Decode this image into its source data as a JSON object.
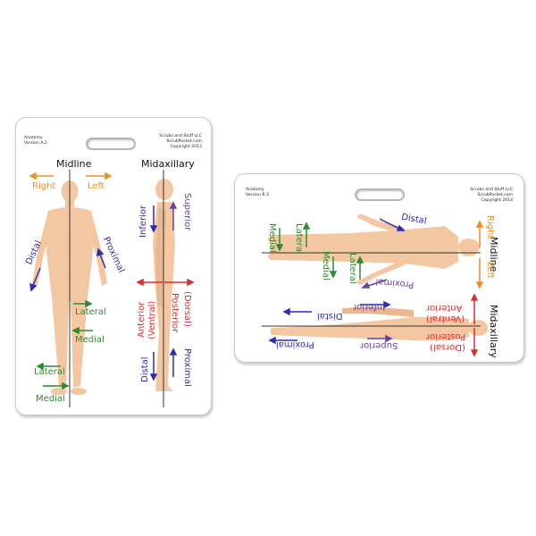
{
  "card_a": {
    "title": "Anatomy",
    "version": "Version A.2",
    "company": "Scrubs and Stuff LLC",
    "website": "ScrubPocket.com",
    "copyright": "Copyright 2012",
    "midline": "Midline",
    "midaxillary": "Midaxillary",
    "right": "Right",
    "left": "Left",
    "distal_1": "Distal",
    "proximal_1": "Proximal",
    "lateral_1": "Lateral",
    "medial_1": "Medial",
    "lateral_2": "Lateral",
    "medial_2": "Medial",
    "inferior": "Inferior",
    "superior": "Superior",
    "anterior": "Anterior",
    "ventral": "(Ventral)",
    "posterior": "Posterior",
    "dorsal": "(Dorsal)",
    "distal_2": "Distal",
    "proximal_2": "Proximal"
  },
  "card_b": {
    "title": "Anatomy",
    "version": "Version B.3",
    "company": "Scrubs and Stuff LLC",
    "website": "ScrubPocket.com",
    "copyright": "Copyright 2014",
    "midline": "Midline",
    "midaxillary": "Midaxillary",
    "distal_1": "Distal",
    "right": "Right",
    "left": "Left",
    "medial_1": "Medial",
    "lateral_1": "Lateral",
    "medial_2": "Medial",
    "lateral_2": "Lateral",
    "proximal_1": "Proximal",
    "distal_2": "Distal",
    "inferior": "Inferior",
    "anterior": "Anterior",
    "ventral": "(Ventral)",
    "proximal_2": "Proximal",
    "superior": "Superior",
    "posterior": "Posterior",
    "dorsal": "(Dorsal)"
  },
  "colors": {
    "skin": "#f2c7a2",
    "orange": "#ee8e2a",
    "blue": "#2d2db2",
    "purple": "#6a3fa3",
    "green": "#2f8a2f",
    "red": "#d92e2e"
  }
}
